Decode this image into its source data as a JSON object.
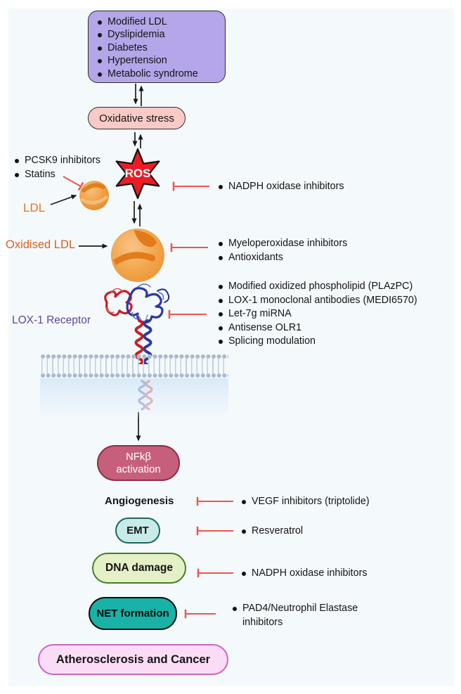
{
  "risk_box": {
    "items": [
      "Modified LDL",
      "Dyslipidemia",
      "Diabetes",
      "Hypertension",
      "Metabolic syndrome"
    ]
  },
  "oxidative_stress_label": "Oxidative stress",
  "ros_label": "ROS",
  "ldl": {
    "label": "LDL",
    "inhibitors": [
      "PCSK9 inhibitors",
      "Statins"
    ]
  },
  "ros_inhibitors": [
    "NADPH oxidase inhibitors"
  ],
  "oxldl": {
    "label": "Oxidised LDL",
    "inhibitors": [
      "Myeloperoxidase inhibitors",
      "Antioxidants"
    ]
  },
  "lox1": {
    "label": "LOX-1 Receptor",
    "inhibitors": [
      "Modified oxidized phospholipid (PLAzPC)",
      "LOX-1 monoclonal antibodies (MEDI6570)",
      "Let-7g miRNA",
      "Antisense OLR1",
      "Splicing modulation"
    ]
  },
  "nfkb": {
    "line1": "NFkβ",
    "line2": "activation"
  },
  "outcomes": {
    "angiogenesis": {
      "label": "Angiogenesis",
      "inhibitor": "VEGF inhibitors (triptolide)"
    },
    "emt": {
      "label": "EMT",
      "inhibitor": "Resveratrol"
    },
    "dna": {
      "label": "DNA damage",
      "inhibitor": "NADPH oxidase inhibitors"
    },
    "net": {
      "label": "NET formation",
      "inhibitor": "PAD4/Neutrophil Elastase inhibitors"
    }
  },
  "final_label": "Atherosclerosis and Cancer",
  "colors": {
    "risk_box_fill": "#b4a6e9",
    "oxidative_fill": "#f9cac6",
    "ros_red": "#ed1b24",
    "ldl_orange": "#f2a044",
    "inhibit_red": "#f0564a",
    "nfkb_fill": "#c6607a",
    "emt_fill": "#c9ebe7",
    "dna_fill": "#e4f1c7",
    "net_fill": "#19b2a6",
    "athero_fill": "#fbdcf6",
    "lox1_text": "#5b489b"
  }
}
